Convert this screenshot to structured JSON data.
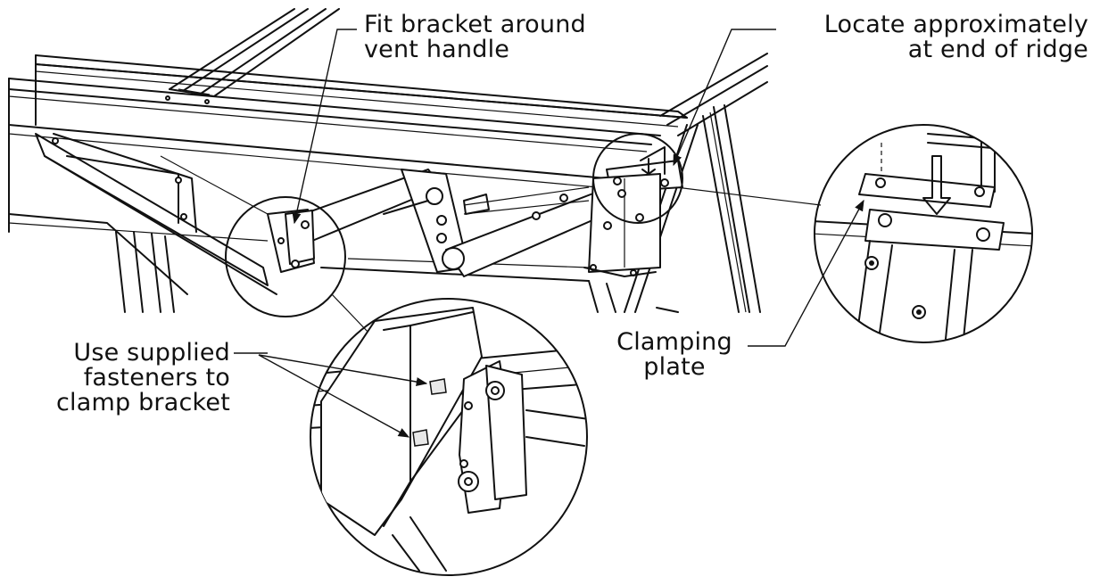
{
  "callouts": {
    "fit_bracket": [
      "Fit bracket around",
      "vent handle"
    ],
    "locate": [
      "Locate approximately",
      "at end of ridge"
    ],
    "fasteners": [
      "Use supplied",
      "fasteners to",
      "clamp bracket"
    ],
    "clamping": [
      "Clamping",
      "plate"
    ]
  },
  "colors": {
    "ink": "#111111",
    "paper": "#ffffff"
  }
}
